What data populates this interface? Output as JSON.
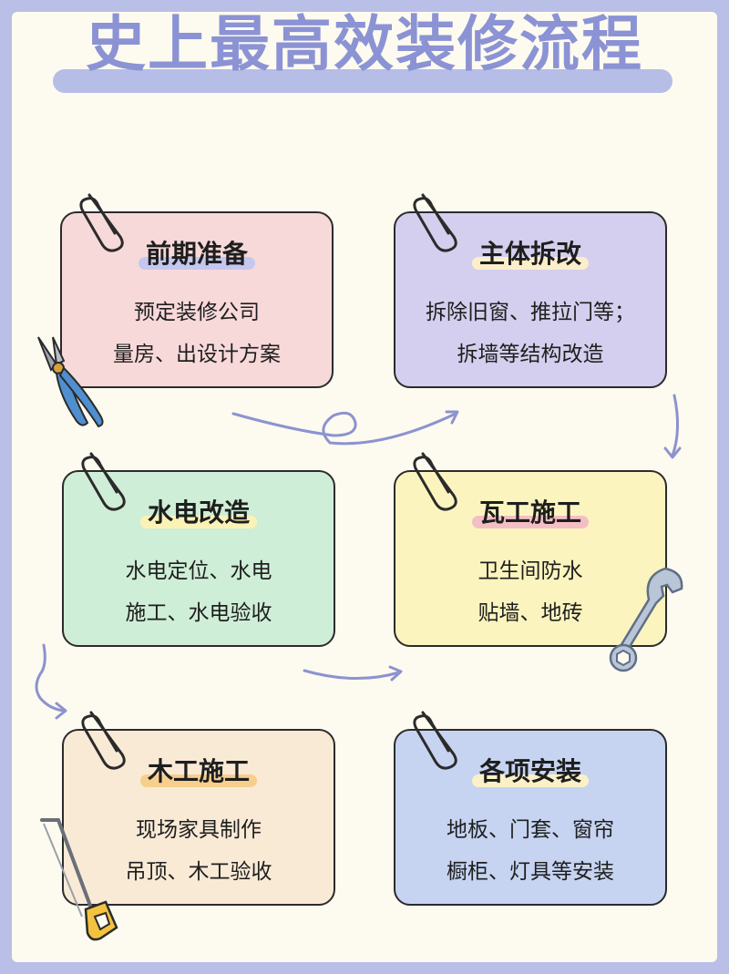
{
  "title": "史上最高效装修流程",
  "colors": {
    "border_frame": "#b9bfe6",
    "title_text": "#8b93d4",
    "arrow": "#8c93cf"
  },
  "cards": [
    {
      "title": "前期准备",
      "lines": [
        "预定装修公司",
        "量房、出设计方案"
      ],
      "bg": "#f8d9da",
      "highlight": "#c4c8ef"
    },
    {
      "title": "主体拆改",
      "lines": [
        "拆除旧窗、推拉门等；",
        "拆墙等结构改造"
      ],
      "bg": "#d4cfee",
      "highlight": "#fbeecb"
    },
    {
      "title": "水电改造",
      "lines": [
        "水电定位、水电",
        "施工、水电验收"
      ],
      "bg": "#cfeed7",
      "highlight": "#fbf2b6"
    },
    {
      "title": "瓦工施工",
      "lines": [
        "卫生间防水",
        "贴墙、地砖"
      ],
      "bg": "#fcf4bf",
      "highlight": "#f4bfc4"
    },
    {
      "title": "木工施工",
      "lines": [
        "现场家具制作",
        "吊顶、木工验收"
      ],
      "bg": "#f9ead6",
      "highlight": "#f7cf8c"
    },
    {
      "title": "各项安装",
      "lines": [
        "地板、门套、窗帘",
        "橱柜、灯具等安装"
      ],
      "bg": "#c6d4f1",
      "highlight": "#fbf1c6"
    }
  ],
  "icons": [
    "paperclip-icon",
    "pliers-icon",
    "wrench-icon",
    "saw-icon",
    "arrow-icon"
  ]
}
